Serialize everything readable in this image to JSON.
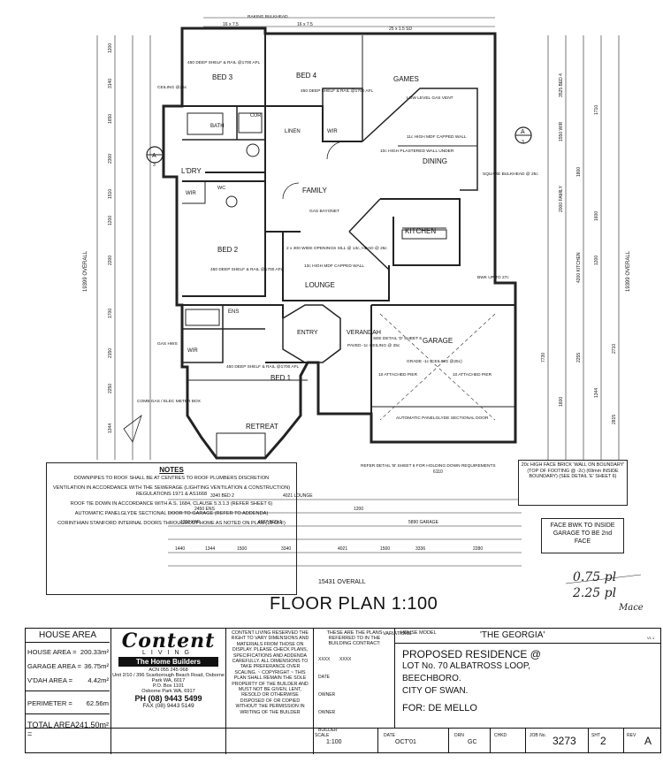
{
  "plan": {
    "rooms": {
      "bed4": "BED 4",
      "bed3": "BED 3",
      "games": "GAMES",
      "bath": "BATH",
      "linen": "LINEN",
      "wir1": "WIR",
      "wir2": "WIR",
      "wir3": "WIR",
      "ldry": "L'DRY",
      "family": "FAMILY",
      "dining": "DINING",
      "bed2": "BED 2",
      "kitchen": "KITCHEN",
      "lounge": "LOUNGE",
      "ens": "ENS",
      "entry": "ENTRY",
      "verandah": "VERANDAH",
      "garage": "GARAGE",
      "bed1": "BED 1",
      "retreat": "RETREAT",
      "wc": "WC",
      "cor": "COR"
    },
    "annotations": {
      "raking_bulkhead": "RAKING BULKHEAD",
      "shelf_bed3": "450 DEEP SHELF & RAIL @1700 AFL",
      "shelf_bed4": "450 DEEP SHELF & RAIL @1700 AFL",
      "shelf_bed2": "450 DEEP SHELF & RAIL @1700 AFL",
      "shelf_bed1": "450 DEEP SHELF & RAIL @1700 AFL",
      "ceiling": "CEILING @25c",
      "high_mdf": "11c HIGH MDF CAPPED WALL",
      "high_plastered": "10c HIGH PLASTERED WALL UNDER",
      "square_bulkhead": "SQUARE BULKHEAD @ 25c",
      "gas_bayonet": "GAS BAYONET",
      "lounge_opening": "2 x 300 WIDE OPENINGS SILL @ 13c, HEAD @ 25c",
      "lounge_capped": "13c HIGH MDF CAPPED WALL",
      "verandah_note": "PAVED -1c CEILING @ 25c",
      "garage_grade": "GRADE -1c (CEILING @25c)",
      "attached_pier1": "10 ATTACHED PIER",
      "attached_pier2": "10 ATTACHED PIER",
      "sectional_door": "AUTOMATIC PANELGLYDE SECTIONAL DOOR",
      "see_detail_d": "SEE DETAIL 'D' SHEET 6",
      "bwk_up": "BWK UP TO 27c",
      "gas_meter": "COMB GAS / ELEC METER BOX",
      "gas_hws": "GAS HWS",
      "low_level_gas": "LOW LEVEL GAS VENT",
      "refer_detail": "REFER DETAIL 'B' SHEET 6 FOR HOLDING DOWN REQUIREMENTS",
      "garage_wall_note": "20c HIGH FACE BRICK 'WALL ON BOUNDARY' (TOP OF FOOTING @ -2c) (69mm INSIDE BOUNDARY) (SEE DETAIL 'E' SHEET 6)",
      "face_bwk": "FACE BWK TO INSIDE GARAGE TO BE 2nd FACE",
      "section_marker": "A",
      "section_sheet": "3",
      "overall_left": "19399 OVERALL",
      "overall_right": "19399 OVERALL",
      "overall_bottom": "15431 OVERALL"
    },
    "dims_top": [
      "16 x 7.5",
      "16 x 7.5",
      "25 x 1.5 SD"
    ],
    "dims_bottom": [
      "3340 BED 2",
      "4021 LOUNGE",
      "2450 ENS",
      "4087 BED 1",
      "5890 GARAGE",
      "6110",
      "1350 WIR",
      "1200",
      "1440",
      "1344",
      "1500",
      "3340",
      "4021",
      "1500",
      "3336",
      "2280"
    ],
    "left_dims": [
      "1344",
      "2250",
      "2150",
      "1700",
      "2200",
      "1200",
      "1510",
      "2300",
      "1650",
      "3140",
      "1200"
    ],
    "right_dims": [
      "3525 BED 4",
      "1550 WIR",
      "2000 FAMILY",
      "4200 KITCHEN",
      "1710",
      "2710",
      "1344",
      "2815",
      "1800",
      "1600",
      "1200",
      "2255",
      "1600",
      "7730"
    ],
    "title": "FLOOR PLAN 1:100"
  },
  "notes": {
    "title": "NOTES",
    "items": [
      "DOWNPIPES TO ROOF SHALL BE AT CENTRES TO ROOF PLUMBERS DISCRETION",
      "VENTILATION IN ACCORDANCE WITH THE SEWERAGE (LIGHTING VENTILATION & CONSTRUCTION) REGULATIONS 1971 & AS1668",
      "ROOF TIE DOWN IN ACCORDANCE WITH A.S. 1684, CLAUSE 5.3.1.3 (REFER SHEET 6)",
      "AUTOMATIC PANELGLYDE SECTIONAL DOOR TO GARAGE (REFER TO ADDENDA)",
      "CORINTHIAN STANFORD INTERNAL DOORS THROUGHOUT HOME AS NOTED ON PLAN (10 OFF)"
    ]
  },
  "handwriting": {
    "line1": "0.75 pl",
    "line2": "2.25 pl",
    "line3": "Mace"
  },
  "title_block": {
    "house_area": {
      "title": "HOUSE AREA",
      "rows": [
        {
          "label": "HOUSE AREA =",
          "value": "200.33m²"
        },
        {
          "label": "GARAGE AREA =",
          "value": "36.75m²"
        },
        {
          "label": "V'DAH AREA =",
          "value": "4.42m²"
        },
        {
          "label": "PERIMETER =",
          "value": "62.56m"
        },
        {
          "label": "TOTAL AREA =",
          "value": "241.50m²"
        }
      ]
    },
    "brand": {
      "logo": "Content",
      "sub": "LIVING",
      "builders": "The Home Builders",
      "acn": "ACN 055 245 068",
      "address": "Unit 2/10 / 396 Scarborough Beach Road, Osborne Park WA, 6017",
      "po": "P.O. Box 1101",
      "po2": "Osborne Park WA, 6917",
      "ph": "PH (08) 9443 5499",
      "fax": "FAX (08) 9443 5149"
    },
    "copyright": "CONTENT LIVING RESERVED THE RIGHT TO VARY DIMENSIONS AND MATERIALS FROM THOSE ON DISPLAY. PLEASE CHECK PLANS, SPECIFICATIONS AND ADDENDA CAREFULLY. ALL DIMENSIONS TO TAKE PREFERANCE OVER SCALING. ~ COPYRIGHT ~ THIS PLAN SHALL REMAIN THE SOLE PROPERTY OF THE BUILDER AND MUST NOT BE GIVEN, LENT, RESOLD OR OTHERWISE DISPOSED OF OR COPIED WITHOUT THE PERMISSION IN WRITING OF THE BUILDER",
    "variations": {
      "header": "THESE ARE THE PLANS REFERRED TO IN THE BUILDING CONTRACT:",
      "col": "VARIATIONS",
      "vals": [
        "XXXX",
        "XXXX"
      ],
      "date": "DATE",
      "owner1": "OWNER",
      "owner2": "OWNER",
      "builder": "BUILDER"
    },
    "model": {
      "label": "HOUSE MODEL",
      "name": "'THE GEORGIA'",
      "version": "V1.1"
    },
    "proposal": {
      "line1": "PROPOSED RESIDENCE @",
      "line2": "LOT No. 70 ALBATROSS LOOP,",
      "line3": "BEECHBORO.",
      "line4": "CITY OF SWAN.",
      "for": "FOR: DE MELLO"
    },
    "footer": {
      "scale_label": "SCALE",
      "scale": "1:100",
      "date_label": "DATE",
      "date": "OCT'01",
      "drn_label": "DRN",
      "drn": "GC",
      "chkd_label": "CHKD",
      "chkd": "",
      "job_label": "JOB No.",
      "job": "3273",
      "sheet_label": "SHT",
      "sheet": "2",
      "rev_label": "REV",
      "rev": "A"
    }
  }
}
